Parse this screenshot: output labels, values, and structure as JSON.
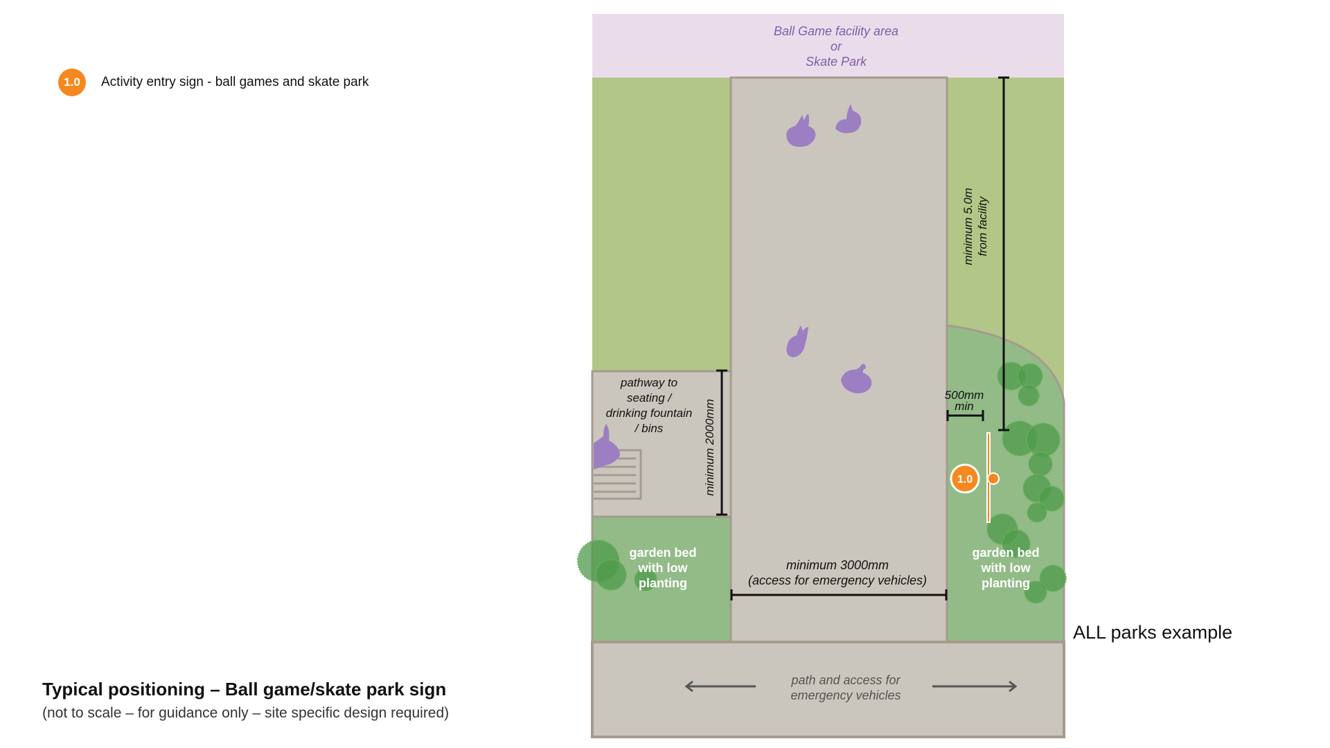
{
  "legend": {
    "badge": "1.0",
    "label": "Activity entry sign - ball games and skate park"
  },
  "facility": {
    "line1": "Ball Game facility area",
    "line2": "or",
    "line3": "Skate Park"
  },
  "dimensions": {
    "min_5m_line1": "minimum 5.0m",
    "min_5m_line2": "from facility",
    "min_500_line1": "500mm",
    "min_500_line2": "min",
    "min_2000": "minimum 2000mm",
    "min_3000_line1": "minimum 3000mm",
    "min_3000_line2": "(access for emergency vehicles)"
  },
  "pathway": [
    "pathway to",
    "seating /",
    "drinking fountain",
    "/ bins"
  ],
  "garden_left": [
    "garden bed",
    "with low",
    "planting"
  ],
  "garden_right": [
    "garden bed",
    "with low",
    "planting"
  ],
  "sign_badge": "1.0",
  "bottom_path": [
    "path and access for",
    "emergency vehicles"
  ],
  "example_label": "ALL parks example",
  "caption": {
    "title": "Typical positioning – Ball game/skate park sign",
    "subtitle": "(not to scale – for guidance only – site specific design required)"
  },
  "colors": {
    "orange": "#f5891f",
    "purple": "#9c7fc2",
    "grass": "#b2c687",
    "garden": "#92bb88",
    "path": "#cbc6bd"
  }
}
